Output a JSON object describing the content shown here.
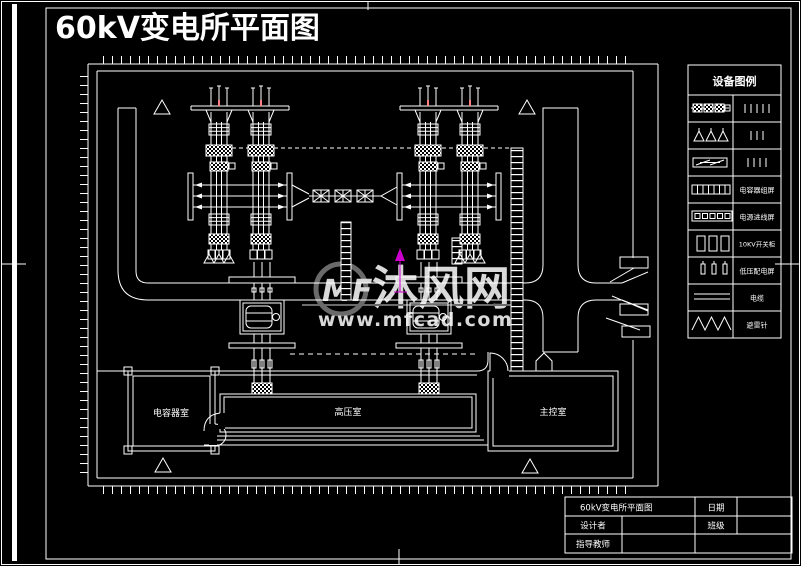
{
  "window": {
    "title": "60kV变电所平面图"
  },
  "colors": {
    "background": "#000000",
    "line": "#ffffff",
    "title_text": "#ffff00",
    "watermark": "#7d7d7d",
    "north_arrow": "#cc00cc",
    "phase_mark": "#ff0000"
  },
  "plan": {
    "rooms": [
      {
        "label": "电容器室"
      },
      {
        "label": "高压室"
      },
      {
        "label": "主控室"
      }
    ]
  },
  "legend": {
    "header": "设备图例",
    "rows": [
      {
        "symbol": "disconnect-switch-chain",
        "label": "",
        "tally": 5
      },
      {
        "symbol": "arrester-triple",
        "label": "",
        "tally": 3
      },
      {
        "symbol": "crossed-busbar",
        "label": "",
        "tally": 4
      },
      {
        "symbol": "capacitor-panel-row",
        "label": "电容器组屏",
        "tally": 0
      },
      {
        "symbol": "incoming-panel-row",
        "label": "电源进线屏",
        "tally": 0
      },
      {
        "symbol": "switchgear-cabinets",
        "label": "10KV开关柜",
        "tally": 0
      },
      {
        "symbol": "distribution-posts",
        "label": "低压配电屏",
        "tally": 0
      },
      {
        "symbol": "cable-lines",
        "label": "电缆",
        "tally": 0
      },
      {
        "symbol": "lightning-rod-zigzag",
        "label": "避雷针",
        "tally": 0
      }
    ]
  },
  "title_block": {
    "drawing_title": "60kV变电所平面图",
    "date_label": "日期",
    "designer_label": "设计者",
    "class_label": "班级",
    "advisor_label": "指导教师"
  },
  "watermark": {
    "logo": "MF",
    "site_name": "沐风网",
    "site_url": "www.mfcad.com"
  }
}
